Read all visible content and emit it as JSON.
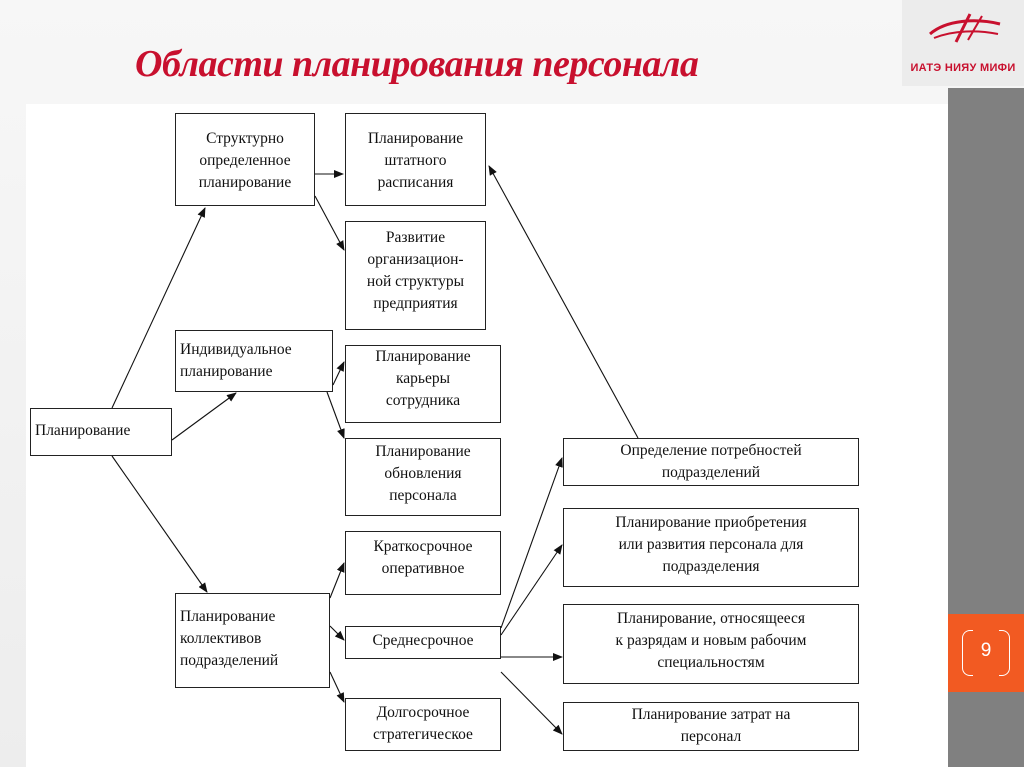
{
  "slide": {
    "title": "Области планирования персонала",
    "logo_text": "ИАТЭ НИЯУ МИФИ",
    "page_number": "9",
    "accent_color": "#c8102e",
    "badge_color": "#f25a22",
    "sidebar_color": "#808080"
  },
  "nodes": {
    "planning": "Планирование",
    "structural": "Структурно\nопределенное\nпланирование",
    "staffing": "Планирование\nштатного\nрасписания",
    "org_structure": "Развитие\nорганизацион-\nной структуры\nпредприятия",
    "individual": "Индивидуальное\nпланирование",
    "career": "Планирование\nкарьеры\nсотрудника",
    "renewal": "Планирование\nобновления\nперсонала",
    "collective": "Планирование\nколлективов\nподразделений",
    "short_term": "Краткосрочное\nоперативное",
    "mid_term": "Среднесрочное",
    "long_term": "Долгосрочное\nстратегическое",
    "needs": "Определение потребностей\nподразделений",
    "acquisition": "Планирование приобретения\nили развития персонала для\nподразделения",
    "ranks": "Планирование, относящееся\nк разрядам и новым рабочим\nспециальностям",
    "costs": "Планирование затрат на\nперсонал"
  }
}
